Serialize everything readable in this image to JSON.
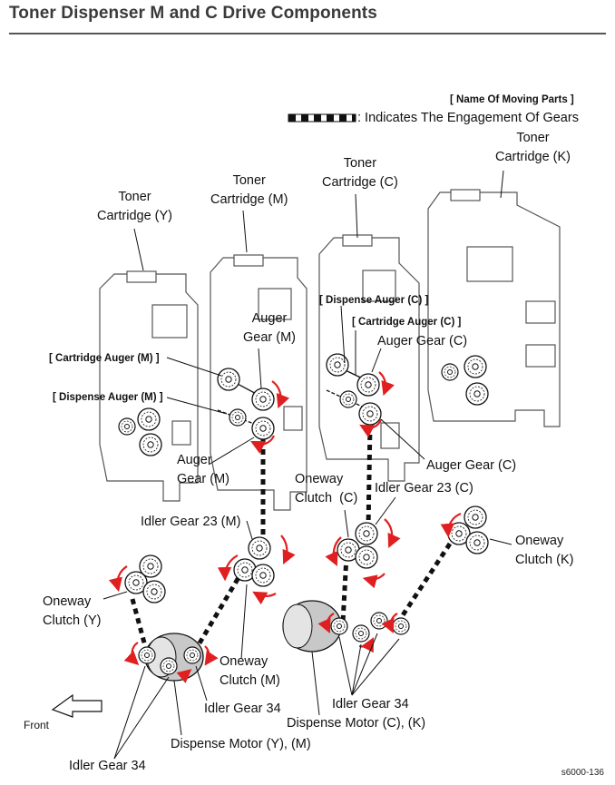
{
  "title": "Toner Dispenser M and C Drive Components",
  "legend": {
    "heading": "[ Name Of Moving Parts ]",
    "text": ": Indicates The Engagement Of Gears"
  },
  "labels": {
    "toner_k": "Toner\nCartridge (K)",
    "toner_c": "Toner\nCartridge (C)",
    "toner_m": "Toner\nCartridge (M)",
    "toner_y": "Toner\nCartridge (Y)",
    "dispense_auger_c": "[ Dispense Auger (C) ]",
    "cartridge_auger_c": "[ Cartridge Auger (C) ]",
    "auger_gear_c_top": "Auger Gear (C)",
    "auger_gear_m_top": "Auger\nGear (M)",
    "cartridge_auger_m": "[ Cartridge Auger (M) ]",
    "dispense_auger_m": "[ Dispense Auger (M) ]",
    "auger_gear_c_bottom": "Auger Gear (C)",
    "auger_gear_m_bottom": "Auger\nGear (M)",
    "oneway_clutch_c": "Oneway\nClutch  (C)",
    "idler_gear_23_c": "Idler Gear 23 (C)",
    "idler_gear_23_m": "Idler Gear 23 (M)",
    "oneway_clutch_k": "Oneway\nClutch (K)",
    "oneway_clutch_y": "Oneway\nClutch (Y)",
    "oneway_clutch_m": "Oneway\nClutch (M)",
    "idler_gear_34_center": "Idler Gear 34",
    "idler_gear_34_right": "Idler Gear 34",
    "dispense_motor_ck": "Dispense Motor (C), (K)",
    "dispense_motor_ym": "Dispense Motor (Y), (M)",
    "idler_gear_34_left": "Idler Gear 34",
    "front": "Front"
  },
  "figure_id": "s6000-136",
  "colors": {
    "arrow": "#e02020",
    "line": "#111111",
    "rule": "#555555"
  }
}
